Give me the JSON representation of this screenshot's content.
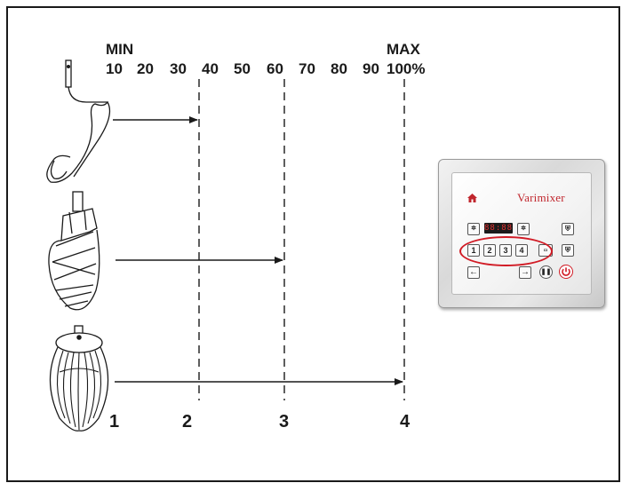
{
  "scale": {
    "min_label": "MIN",
    "max_label": "MAX",
    "ticks": [
      "10",
      "20",
      "30",
      "40",
      "50",
      "60",
      "70",
      "80",
      "90",
      "100%"
    ]
  },
  "speeds": [
    "1",
    "2",
    "3",
    "4"
  ],
  "tools": [
    {
      "name": "dough hook",
      "reaches_speed": "2"
    },
    {
      "name": "flat beater",
      "reaches_speed": "3"
    },
    {
      "name": "whisk",
      "reaches_speed": "4"
    }
  ],
  "panel": {
    "brand": "Varimixer",
    "display_value": "88:88",
    "speed_keys": [
      "1",
      "2",
      "3",
      "4"
    ],
    "colors": {
      "accent": "#d11b25",
      "brand": "#c0262d"
    }
  }
}
